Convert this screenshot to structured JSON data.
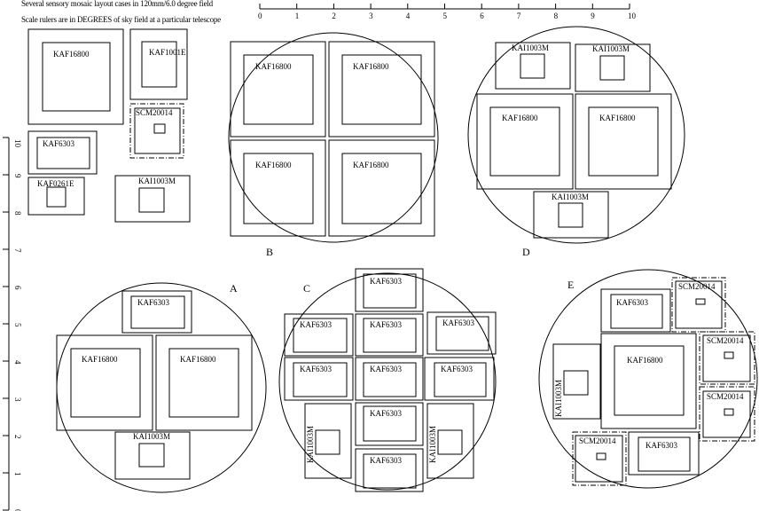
{
  "header": {
    "line1": "Several sensory mosaic layout cases in 120mm/6.0 degree field",
    "line2": "Scale rulers are in DEGREES of sky field at a particular telescope"
  },
  "h_ruler": {
    "labels": [
      "0",
      "1",
      "2",
      "3",
      "4",
      "5",
      "6",
      "7",
      "8",
      "9",
      "10"
    ]
  },
  "v_ruler": {
    "labels": [
      "0",
      "1",
      "2",
      "3",
      "4",
      "5",
      "6",
      "7",
      "8",
      "9",
      "10"
    ]
  },
  "groups": {
    "top_left": {
      "letter": "",
      "chips": [
        "KAF16800",
        "KAF1001E",
        "SCM20014",
        "KAF6303",
        "KAF0261E",
        "KAI1003M"
      ]
    },
    "B": {
      "letter": "B",
      "chips": [
        "KAF16800",
        "KAF16800",
        "KAF16800",
        "KAF16800"
      ]
    },
    "D": {
      "letter": "D",
      "chips": [
        "KAI1003M",
        "KAI1003M",
        "KAF16800",
        "KAF16800",
        "KAI1003M"
      ]
    },
    "A": {
      "letter": "A",
      "chips": [
        "KAF6303",
        "KAF16800",
        "KAF16800",
        "KAI1003M"
      ]
    },
    "C": {
      "letter": "C",
      "chips": [
        "KAF6303",
        "KAF6303",
        "KAF6303",
        "KAF6303",
        "KAF6303",
        "KAF6303",
        "KAF6303",
        "KAI1003M",
        "KAF6303",
        "KAI1003M",
        "KAF6303"
      ]
    },
    "E": {
      "letter": "E",
      "chips": [
        "KAF6303",
        "SCM20014",
        "KAI1003M",
        "KAF16800",
        "SCM20014",
        "SCM20014",
        "SCM20014",
        "KAF6303"
      ]
    }
  }
}
